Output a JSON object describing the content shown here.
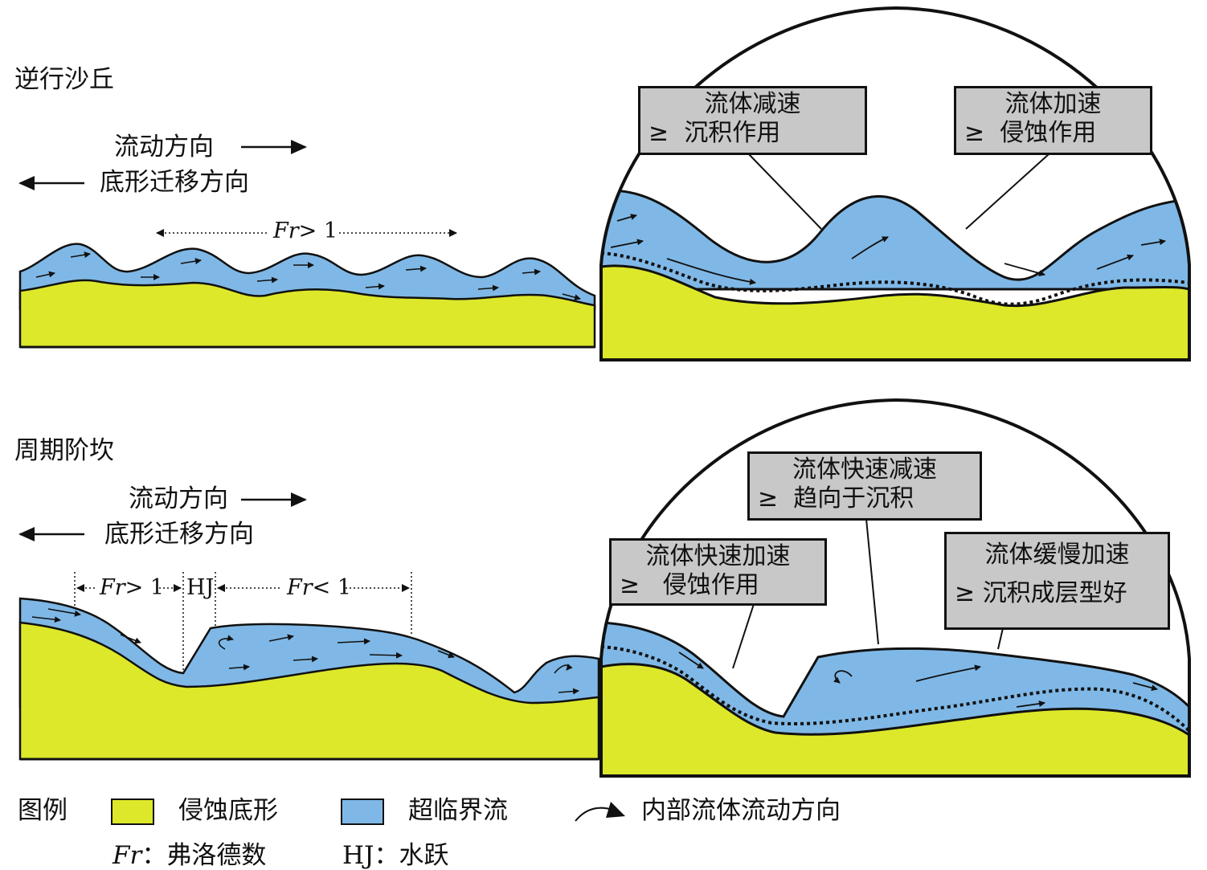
{
  "colors": {
    "sediment": "#dde82a",
    "flow": "#7fb8e6",
    "box": "#c8c8c8",
    "line": "#111111"
  },
  "top": {
    "title": "逆行沙丘",
    "flow_direction": "流动方向",
    "migration_direction": "底形迁移方向",
    "fr_label": "Fr",
    "fr_value": "> 1",
    "box_left": {
      "line1": "流体减速",
      "symbol": "≥",
      "line2": "沉积作用"
    },
    "box_right": {
      "line1": "流体加速",
      "symbol": "≥",
      "line2": "侵蚀作用"
    }
  },
  "bottom": {
    "title": "周期阶坎",
    "flow_direction": "流动方向",
    "migration_direction": "底形迁移方向",
    "fr_label_a": "Fr",
    "fr_value_a": "> 1",
    "hj": "HJ",
    "fr_label_b": "Fr",
    "fr_value_b": "< 1",
    "box_center": {
      "line1": "流体快速减速",
      "symbol": "≥",
      "line2": "趋向于沉积"
    },
    "box_left": {
      "line1": "流体快速加速",
      "symbol": "≥",
      "line2": "侵蚀作用"
    },
    "box_right": {
      "line1": "流体缓慢加速",
      "symbol": "≥",
      "line2": "沉积成层型好"
    }
  },
  "legend": {
    "title": "图例",
    "item_sediment": "侵蚀底形",
    "item_flow": "超临界流",
    "item_arrow": "内部流体流动方向",
    "fr_key": "Fr",
    "fr_desc": "：弗洛德数",
    "hj_key": "HJ",
    "hj_desc": "：水跃"
  }
}
